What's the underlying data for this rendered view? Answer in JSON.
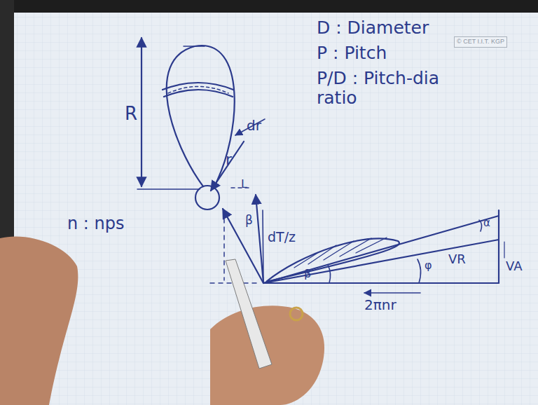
{
  "diagram": {
    "labels": [
      "© CET I.I.T. KGP",
      "D : Diameter",
      "P : Pitch",
      "P/D : Pitch-dia ratio",
      "R",
      "dr",
      "r",
      "L",
      "β",
      "dT/z",
      "n : nps",
      "β",
      "φ",
      "α",
      "VR",
      "VA",
      "2πnr"
    ]
  }
}
